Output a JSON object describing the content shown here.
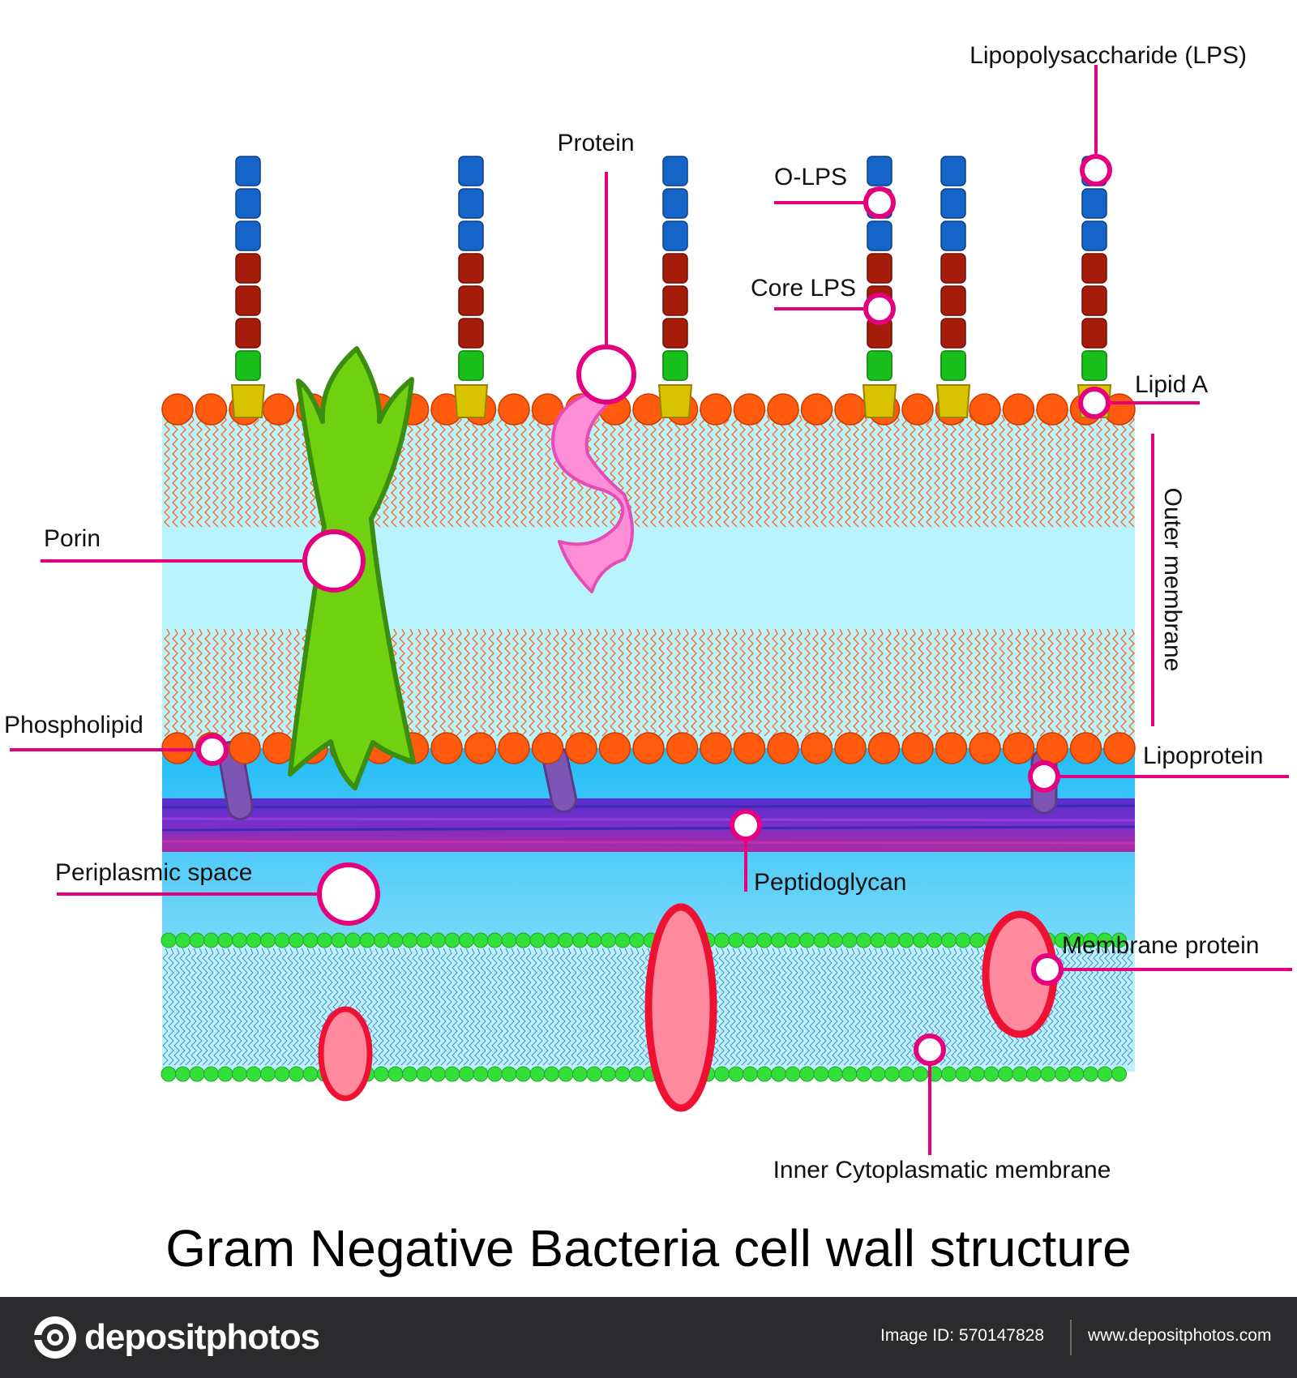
{
  "title": "Gram Negative Bacteria cell wall structure",
  "labels": {
    "lps": "Lipopolysaccharide (LPS)",
    "protein": "Protein",
    "o_lps": "O-LPS",
    "core_lps": "Core LPS",
    "lipid_a": "Lipid A",
    "porin": "Porin",
    "outer_membrane": "Outer membrane",
    "phospholipid": "Phospholipid",
    "lipoprotein": "Lipoprotein",
    "peptidoglycan": "Peptidoglycan",
    "periplasmic_space": "Periplasmic space",
    "membrane_protein": "Membrane protein",
    "inner_membrane": "Inner Cytoplasmatic membrane"
  },
  "footer": {
    "brand": "depositphotos",
    "image_id": "Image ID: 570147828",
    "site": "www.depositphotos.com"
  },
  "colors": {
    "callout": "#e6007e",
    "o_antigen": "#1565c8",
    "core": "#a61c0a",
    "lipid_a_link": "#19c01c",
    "lipid_a": "#d9c200",
    "outer_head": "#ff5a0d",
    "outer_fill": "#b9f3fb",
    "periplasm": "#2cc0f6",
    "peptidoglycan": "#6a2bc4",
    "inner_head": "#33e03a",
    "membrane_protein": "#ff8a9e",
    "porin": "#6fd110"
  }
}
